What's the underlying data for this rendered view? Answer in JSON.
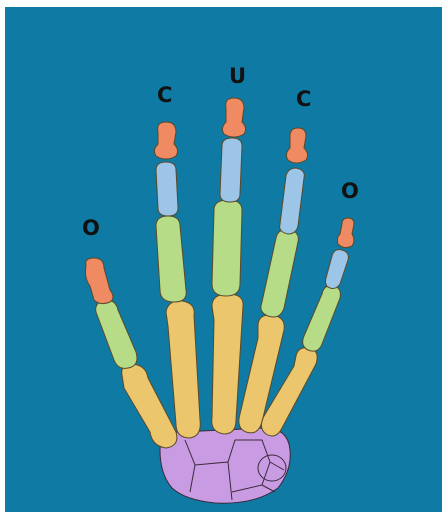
{
  "labels": {
    "thumb": "O",
    "index": "C",
    "middle": "U",
    "ring": "C",
    "little": "O"
  },
  "colors": {
    "background": "#0f7aa3",
    "distal": "#f08a62",
    "middle_phalanx": "#9cc5e8",
    "proximal": "#b7dc88",
    "metacarpal": "#ebc66c",
    "carpal": "#c99be3",
    "letter": "#111111"
  }
}
